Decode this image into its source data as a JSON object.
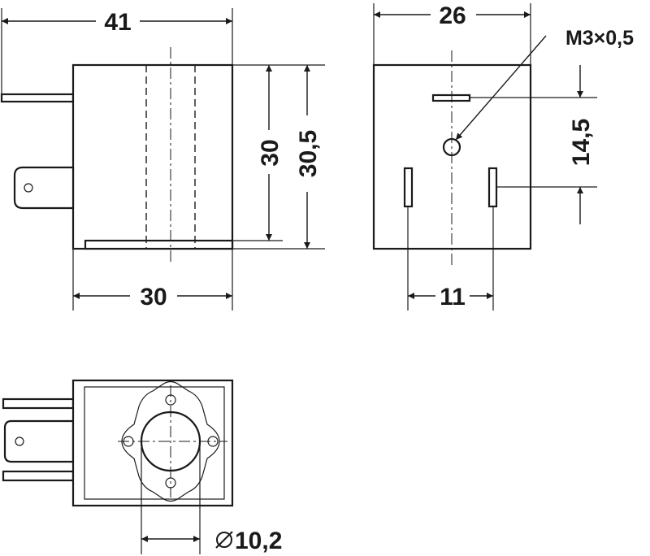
{
  "drawing": {
    "front_view": {
      "overall_width_label": "41",
      "body_width_label": "30",
      "height_label": "30",
      "height_total_label": "30,5"
    },
    "side_view": {
      "width_label": "26",
      "thread_label": "M3×0,5",
      "pin_offset_label": "14,5",
      "pin_spacing_label": "11"
    },
    "top_view": {
      "bore_label": "10,2",
      "diameter_symbol": "diameter-symbol"
    }
  }
}
